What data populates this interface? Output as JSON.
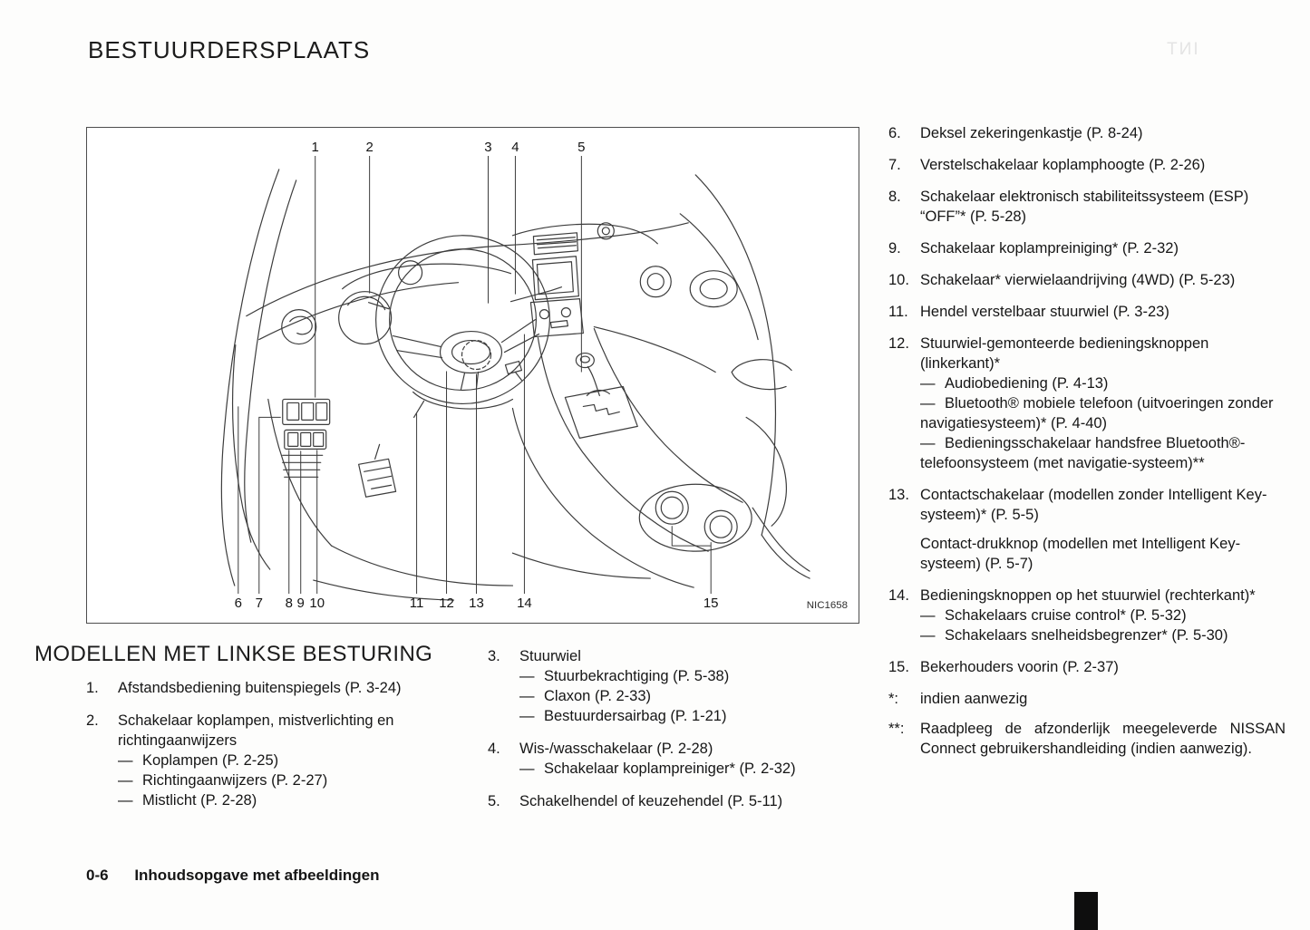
{
  "page": {
    "title": "BESTUURDERSPLAATS",
    "watermark": "INT",
    "footer_page": "0-6",
    "footer_label": "Inhoudsopgave met afbeeldingen"
  },
  "symbols": {
    "dash": "—"
  },
  "figure": {
    "code": "NIC1658",
    "callouts": [
      "1",
      "2",
      "3",
      "4",
      "5",
      "6",
      "7",
      "8",
      "9",
      "10",
      "11",
      "12",
      "13",
      "14",
      "15"
    ]
  },
  "left_column": {
    "heading": "MODELLEN MET LINKSE BESTURING",
    "items": [
      {
        "num": "1.",
        "text": "Afstandsbediening buitenspiegels (P. 3-24)"
      },
      {
        "num": "2.",
        "text": "Schakelaar koplampen, mistverlichting en richtingaanwijzers",
        "subs": [
          "Koplampen (P. 2-25)",
          "Richtingaanwijzers (P. 2-27)",
          "Mistlicht (P. 2-28)"
        ]
      }
    ]
  },
  "middle_column": {
    "items": [
      {
        "num": "3.",
        "text": "Stuurwiel",
        "subs": [
          "Stuurbekrachtiging (P. 5-38)",
          "Claxon (P. 2-33)",
          "Bestuurdersairbag (P. 1-21)"
        ]
      },
      {
        "num": "4.",
        "text": "Wis-/wasschakelaar (P. 2-28)",
        "subs": [
          "Schakelaar koplampreiniger* (P. 2-32)"
        ]
      },
      {
        "num": "5.",
        "text": "Schakelhendel of keuzehendel (P. 5-11)"
      }
    ]
  },
  "right_column": {
    "items": [
      {
        "num": "6.",
        "text": "Deksel zekeringenkastje (P. 8-24)"
      },
      {
        "num": "7.",
        "text": "Verstelschakelaar koplamphoogte (P. 2-26)"
      },
      {
        "num": "8.",
        "text": "Schakelaar elektronisch stabiliteitssysteem (ESP) “OFF”* (P. 5-28)"
      },
      {
        "num": "9.",
        "text": "Schakelaar koplampreiniging* (P. 2-32)"
      },
      {
        "num": "10.",
        "text": "Schakelaar* vierwielaandrijving (4WD) (P. 5-23)"
      },
      {
        "num": "11.",
        "text": "Hendel verstelbaar stuurwiel (P. 3-23)"
      },
      {
        "num": "12.",
        "text": "Stuurwiel-gemonteerde bedieningsknoppen (linkerkant)*",
        "subs": [
          "Audiobediening (P. 4-13)",
          "Bluetooth® mobiele telefoon (uitvoeringen zonder navigatiesysteem)* (P. 4-40)",
          "Bedieningsschakelaar handsfree Bluetooth®-telefoonsysteem (met navigatie-systeem)**"
        ]
      },
      {
        "num": "13.",
        "text": "Contactschakelaar (modellen zonder Intelligent Key-systeem)* (P. 5-5)",
        "para2": "Contact-drukknop (modellen met Intelligent Key-systeem) (P. 5-7)"
      },
      {
        "num": "14.",
        "text": "Bedieningsknoppen op het stuurwiel (rechterkant)*",
        "subs": [
          "Schakelaars cruise control* (P. 5-32)",
          "Schakelaars snelheidsbegrenzer* (P. 5-30)"
        ]
      },
      {
        "num": "15.",
        "text": "Bekerhouders voorin (P. 2-37)"
      }
    ],
    "notes": [
      {
        "marker": "*:",
        "text": "indien aanwezig"
      },
      {
        "marker": "**:",
        "text": "Raadpleeg de afzonderlijk meegeleverde NISSAN Connect gebruikershandleiding (indien aanwezig)."
      }
    ]
  }
}
